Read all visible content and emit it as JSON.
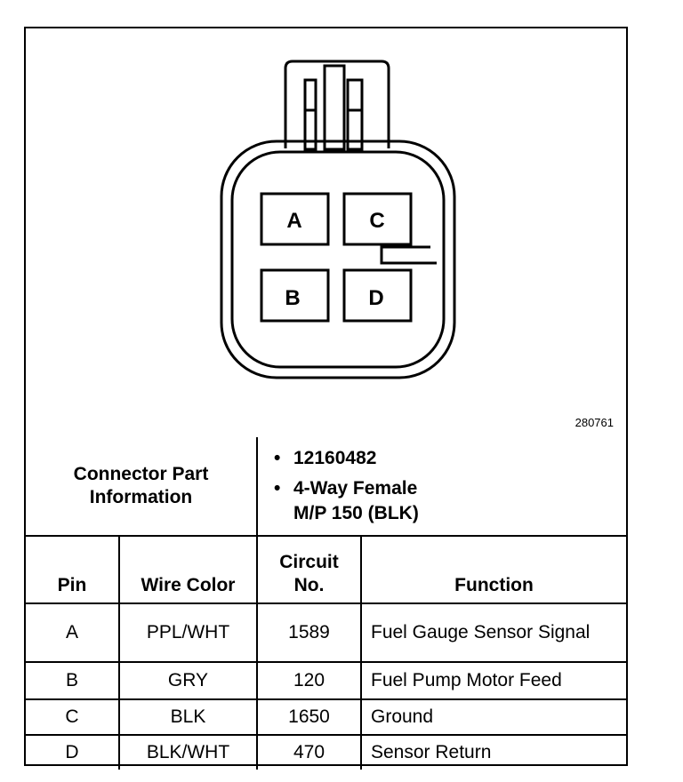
{
  "diagram": {
    "figure_id": "280761",
    "pins": [
      "A",
      "C",
      "B",
      "D"
    ]
  },
  "connector_info": {
    "label_line1": "Connector Part",
    "label_line2": "Information",
    "part_number": "12160482",
    "description_line1": "4-Way Female",
    "description_line2": "M/P 150 (BLK)",
    "bullet": "•"
  },
  "table": {
    "headers": {
      "pin": "Pin",
      "wire_color": "Wire Color",
      "circuit_line1": "Circuit",
      "circuit_line2": "No.",
      "function": "Function"
    },
    "rows": [
      {
        "pin": "A",
        "wire_color": "PPL/WHT",
        "circuit": "1589",
        "function": "Fuel Gauge Sensor Signal"
      },
      {
        "pin": "B",
        "wire_color": "GRY",
        "circuit": "120",
        "function": "Fuel Pump Motor Feed"
      },
      {
        "pin": "C",
        "wire_color": "BLK",
        "circuit": "1650",
        "function": "Ground"
      },
      {
        "pin": "D",
        "wire_color": "BLK/WHT",
        "circuit": "470",
        "function": "Sensor Return"
      }
    ]
  }
}
